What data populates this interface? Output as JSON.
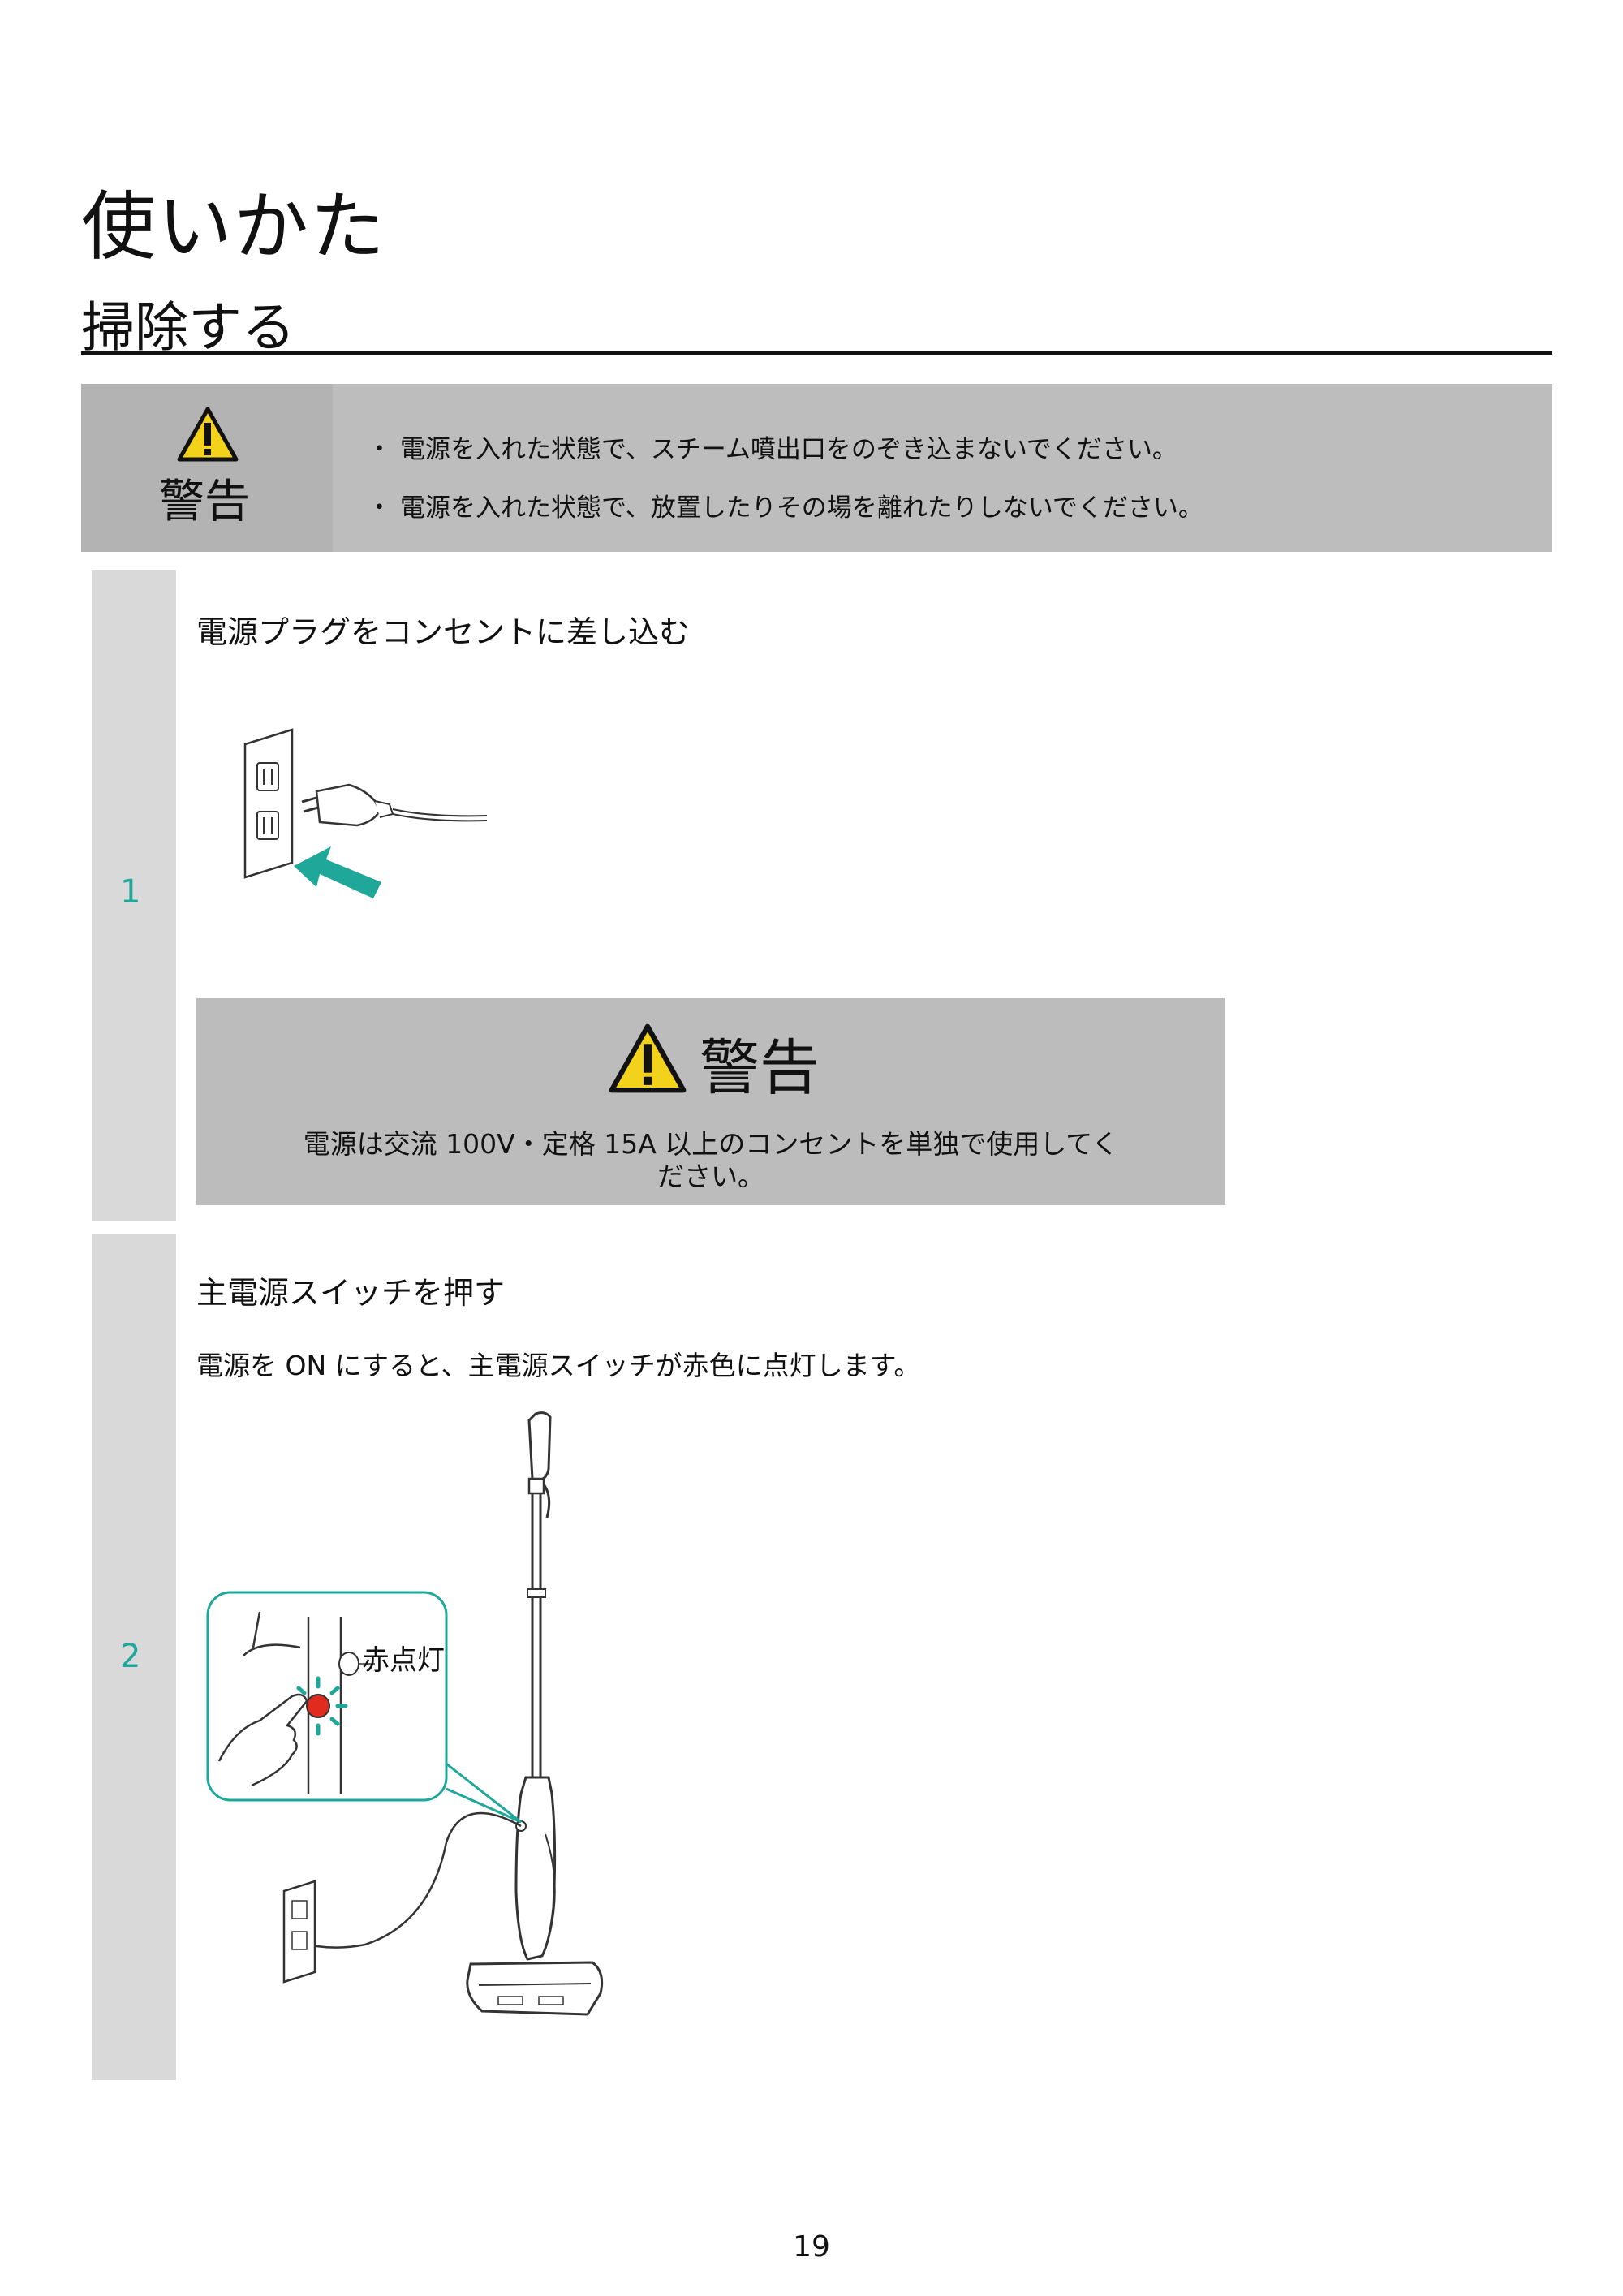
{
  "page": {
    "title": "使いかた",
    "section": "掃除する",
    "page_number": "19"
  },
  "top_warning": {
    "label": "警告",
    "icon": "warning-triangle-icon",
    "items": [
      "電源を入れた状態で、スチーム噴出口をのぞき込まないでください。",
      "電源を入れた状態で、放置したりその場を離れたりしないでください。"
    ]
  },
  "steps": [
    {
      "number": "1",
      "heading": "電源プラグをコンセントに差し込む",
      "warning": {
        "label": "警告",
        "text_line1": "電源は交流 100V・定格 15A 以上のコンセントを単独で使用してく",
        "text_line2": "ださい。"
      }
    },
    {
      "number": "2",
      "heading": "主電源スイッチを押す",
      "text": "電源を ON にすると、主電源スイッチが赤色に点灯します。",
      "callout_label": "赤点灯"
    }
  ],
  "colors": {
    "accent": "#1fa89a",
    "warning_bg": "#bdbdbd",
    "step_bar": "#d9d9d9",
    "switch_red": "#e02b1e",
    "warning_yellow": "#f2d21b"
  }
}
